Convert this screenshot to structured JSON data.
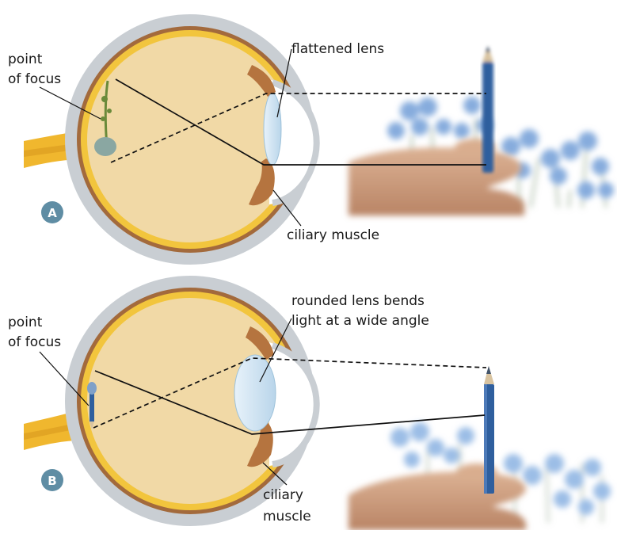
{
  "panel_a": {
    "badge": "A",
    "point_of_focus": [
      "point",
      "of focus"
    ],
    "lens_label": "flattened lens",
    "muscle_label": "ciliary muscle"
  },
  "panel_b": {
    "badge": "B",
    "point_of_focus": [
      "point",
      "of focus"
    ],
    "lens_label": [
      "rounded lens bends",
      "light at a wide angle"
    ],
    "muscle_label": [
      "ciliary",
      "muscle"
    ]
  },
  "colors": {
    "sclera": "#c9ced3",
    "choroid": "#a36a3c",
    "retina": "#f2c53d",
    "vitreous": "#f1d9a6",
    "lens": "#cfe3f0",
    "badge": "#5f8da4",
    "pencil": "#2f5f9e",
    "flowers": "#7fa7d8",
    "hand": "#d2a486"
  }
}
